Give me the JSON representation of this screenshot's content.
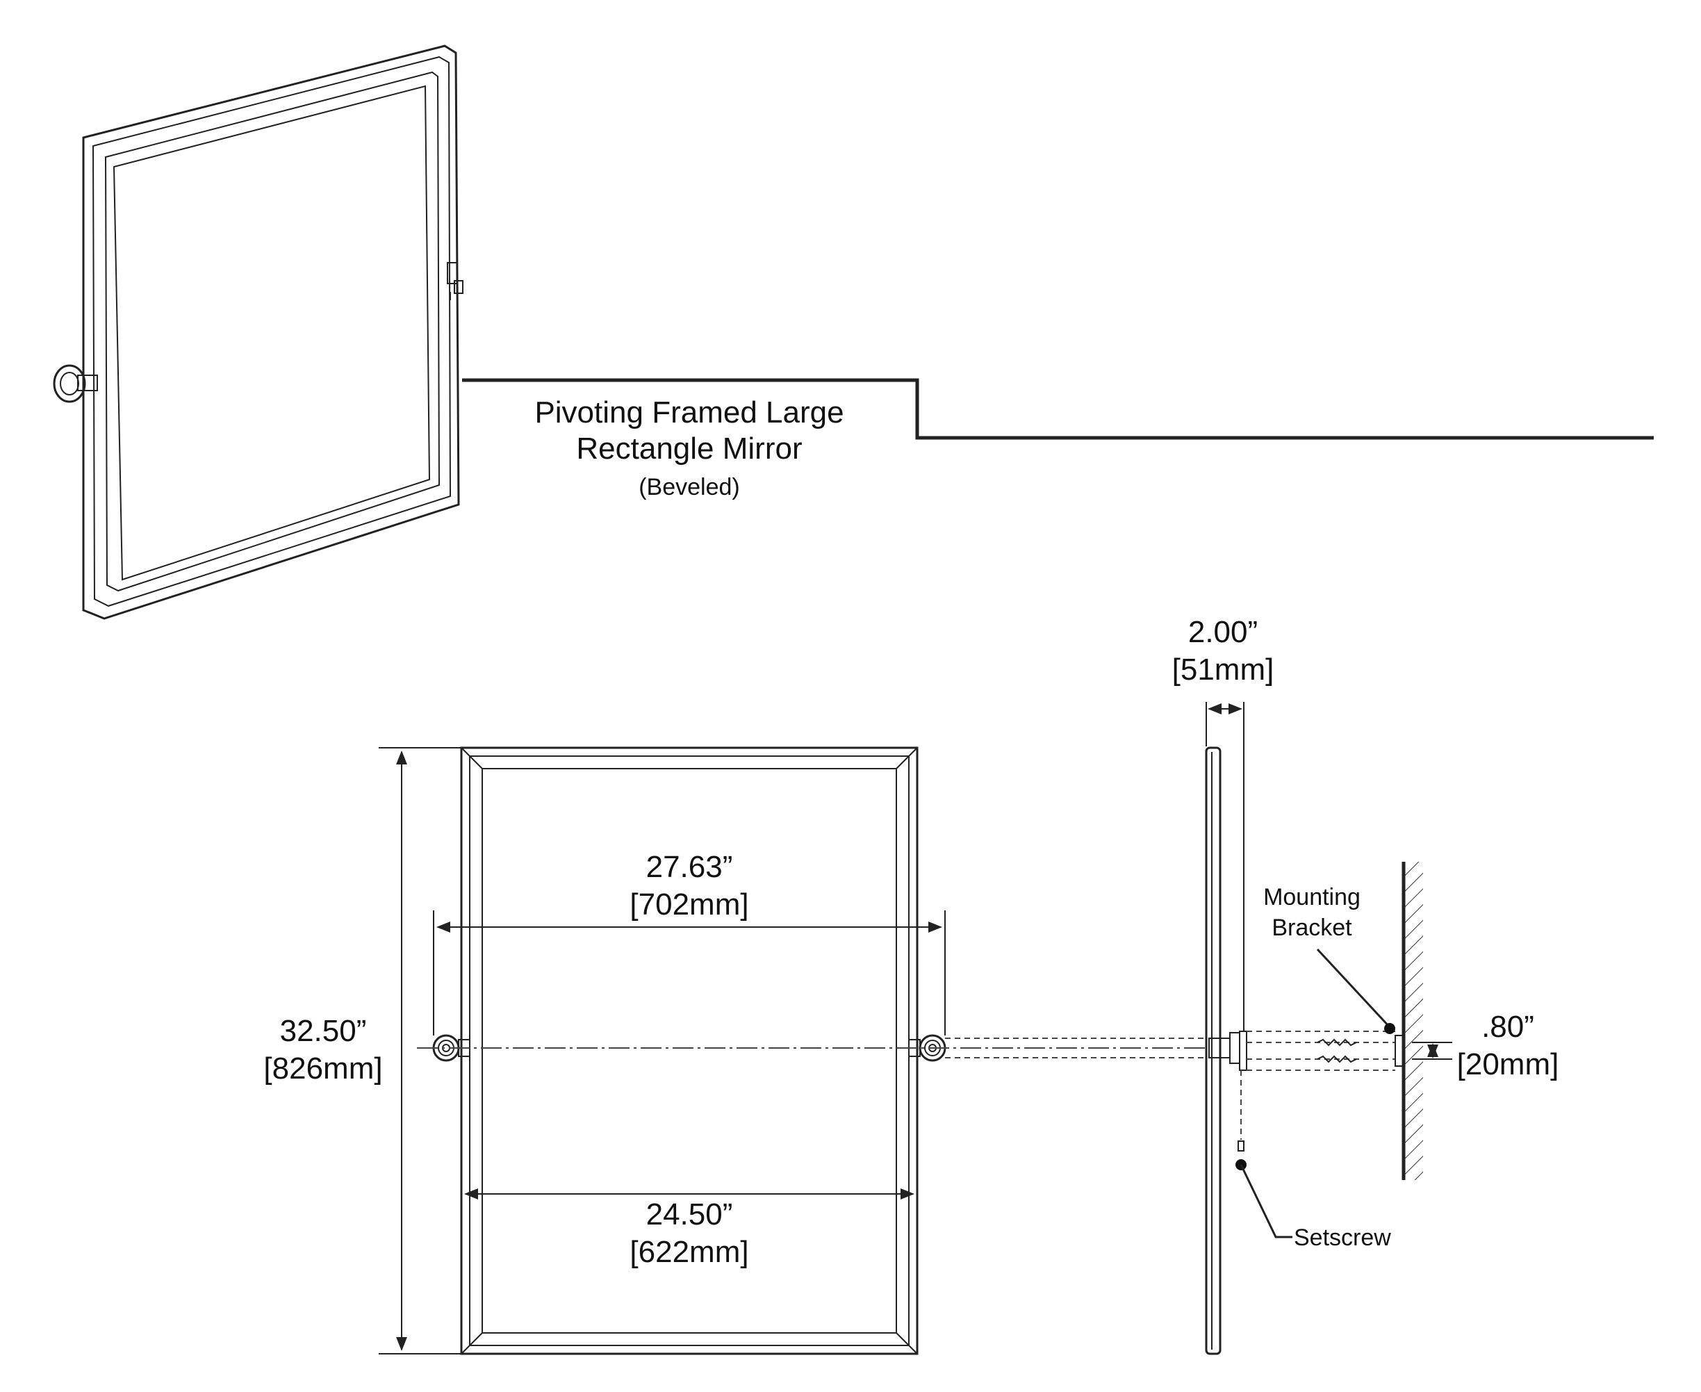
{
  "title": {
    "line1": "Pivoting Framed Large",
    "line2": "Rectangle Mirror",
    "line3": "(Beveled)"
  },
  "dimensions": {
    "height_in": "32.50”",
    "height_mm": "[826mm]",
    "pivot_span_in": "27.63”",
    "pivot_span_mm": "[702mm]",
    "frame_width_in": "24.50”",
    "frame_width_mm": "[622mm]",
    "projection_in": "2.00”",
    "projection_mm": "[51mm]",
    "bracket_offset_in": ".80”",
    "bracket_offset_mm": "[20mm]"
  },
  "callouts": {
    "mounting_bracket_line1": "Mounting",
    "mounting_bracket_line2": "Bracket",
    "setscrew": "Setscrew"
  }
}
